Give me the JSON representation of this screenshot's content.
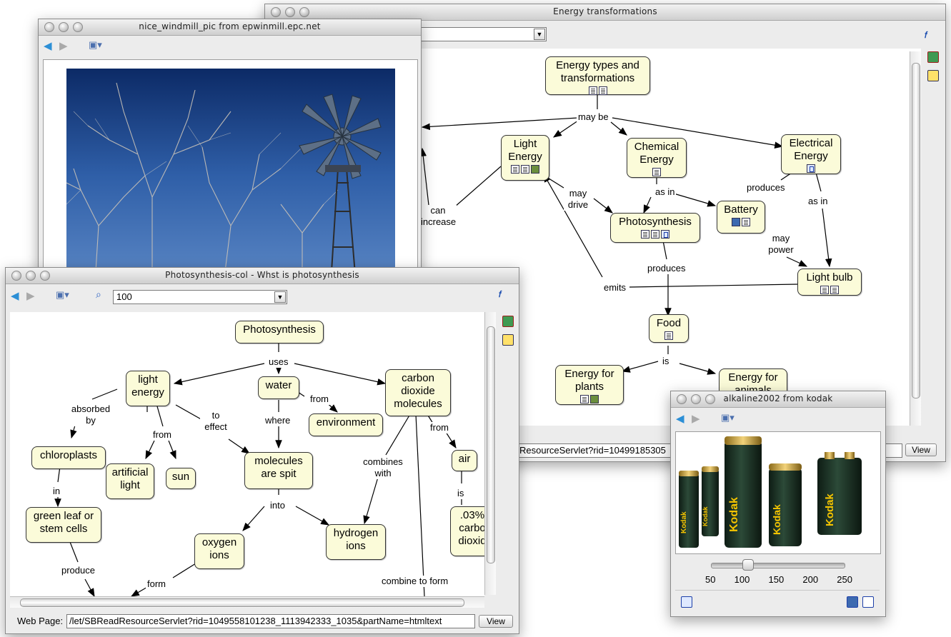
{
  "energy_window": {
    "title": "Energy transformations",
    "status_url": "ResourceServlet?rid=10499185305",
    "view_label": "View",
    "nodes": {
      "types": "Energy types and transformations",
      "light": "Light Energy",
      "chemical": "Chemical Energy",
      "electrical": "Electrical Energy",
      "photosynthesis": "Photosynthesis",
      "battery": "Battery",
      "lightbulb": "Light bulb",
      "food": "Food",
      "plants": "Energy for plants",
      "animals": "Energy for animals"
    },
    "links": {
      "may_be": "may be",
      "can_increase": "can increase",
      "may_drive": "may drive",
      "as_in_1": "as in",
      "produces_1": "produces",
      "as_in_2": "as in",
      "may_power": "may power",
      "produces_2": "produces",
      "emits": "emits",
      "is": "is"
    }
  },
  "windmill_window": {
    "title": "nice_windmill_pic from epwinmill.epc.net"
  },
  "photo_window": {
    "title": "Photosynthesis-col - Whst is photosynthesis",
    "zoom_value": "100",
    "web_page_label": "Web Page:",
    "web_page_url": "/let/SBReadResourceServlet?rid=1049558101238_1113942333_1035&partName=htmltext",
    "view_label": "View",
    "nodes": {
      "photosynthesis": "Photosynthesis",
      "light_energy": "light energy",
      "water": "water",
      "carbon": "carbon dioxide molecules",
      "chloroplasts": "chloroplasts",
      "artificial": "artificial light",
      "sun": "sun",
      "molecules": "molecules are spit",
      "environment": "environment",
      "air": "air",
      "green_leaf": "green leaf or stem cells",
      "oxygen": "oxygen ions",
      "hydrogen": "hydrogen ions",
      "co2pct": ".03% carbo dioxid"
    },
    "links": {
      "uses": "uses",
      "absorbed_by": "absorbed by",
      "to_effect": "to effect",
      "from_1": "from",
      "where": "where",
      "from_2": "from",
      "from_3": "from",
      "combines_with": "combines with",
      "in": "in",
      "into": "into",
      "is": "is",
      "produce": "produce",
      "form": "form",
      "combine_to_form": "combine to form"
    }
  },
  "battery_window": {
    "title": "alkaline2002 from kodak",
    "slider_value": 100,
    "ticks": [
      "50",
      "100",
      "150",
      "200",
      "250"
    ],
    "brand": "Kodak"
  },
  "colors": {
    "node_fill": "#fbfbd9",
    "sky": "#2f5fa8",
    "battery_green": "#1f3a2a"
  }
}
